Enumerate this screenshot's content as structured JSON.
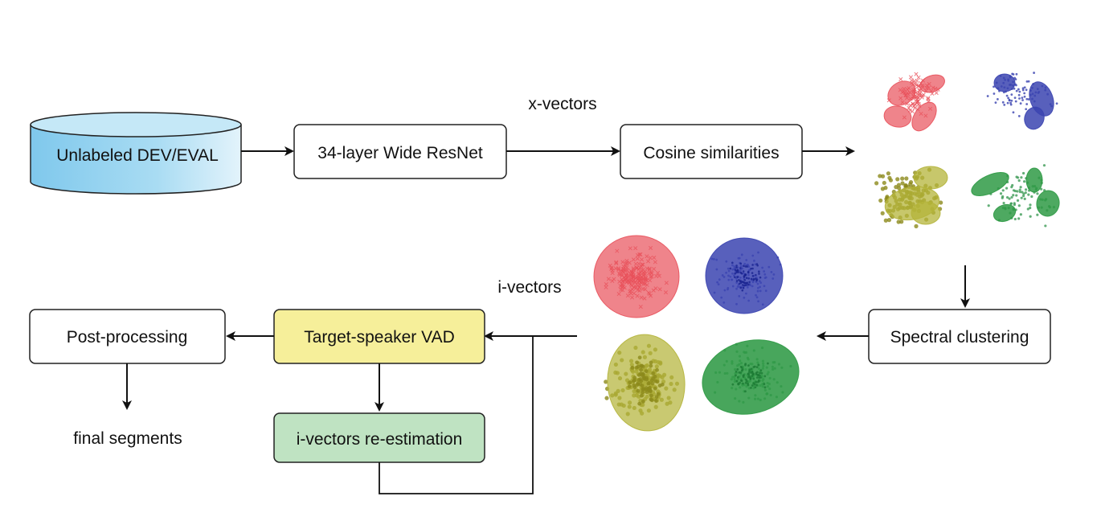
{
  "diagram": {
    "nodes": {
      "database": {
        "label": "Unlabeled DEV/EVAL"
      },
      "resnet": {
        "label": "34-layer Wide ResNet"
      },
      "cosine": {
        "label": "Cosine similarities"
      },
      "spectral": {
        "label": "Spectral clustering"
      },
      "tsvad": {
        "label": "Target-speaker VAD"
      },
      "postproc": {
        "label": "Post-processing"
      },
      "reest": {
        "label": "i-vectors re-estimation"
      }
    },
    "edge_labels": {
      "xvectors": "x-vectors",
      "ivectors": "i-vectors"
    },
    "output": {
      "label": "final segments"
    },
    "colors": {
      "database_fill": "#8fd0ee",
      "tsvad_fill": "#f6ef9a",
      "reest_fill": "#bfe3c2",
      "red_cluster": "#e8505a",
      "blue_cluster": "#3b44b0",
      "olive_cluster": "#b4b43a",
      "green_cluster": "#2f9a45",
      "olive_points": "#8c8a1c",
      "green_points": "#3d9b56"
    }
  }
}
